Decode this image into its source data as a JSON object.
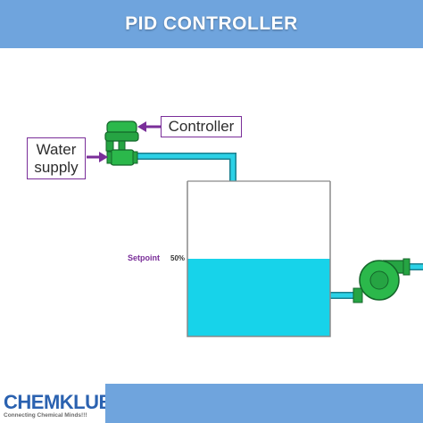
{
  "header": {
    "title": "PID CONTROLLER"
  },
  "labels": {
    "controller": "Controller",
    "water_supply_line1": "Water",
    "water_supply_line2": "supply",
    "setpoint": "Setpoint",
    "setpoint_value": "50%"
  },
  "tank": {
    "fill_level": 0.5
  },
  "brand": {
    "name": "CHEMKLUB",
    "tagline": "Connecting Chemical Minds!!!"
  },
  "colors": {
    "header": "#6fa4dd",
    "water": "#17d3ea",
    "pipe": "#2bb8cc",
    "valve_green": "#26a443",
    "arrow_purple": "#7a2e99",
    "brand_blue": "#2b62b0"
  }
}
